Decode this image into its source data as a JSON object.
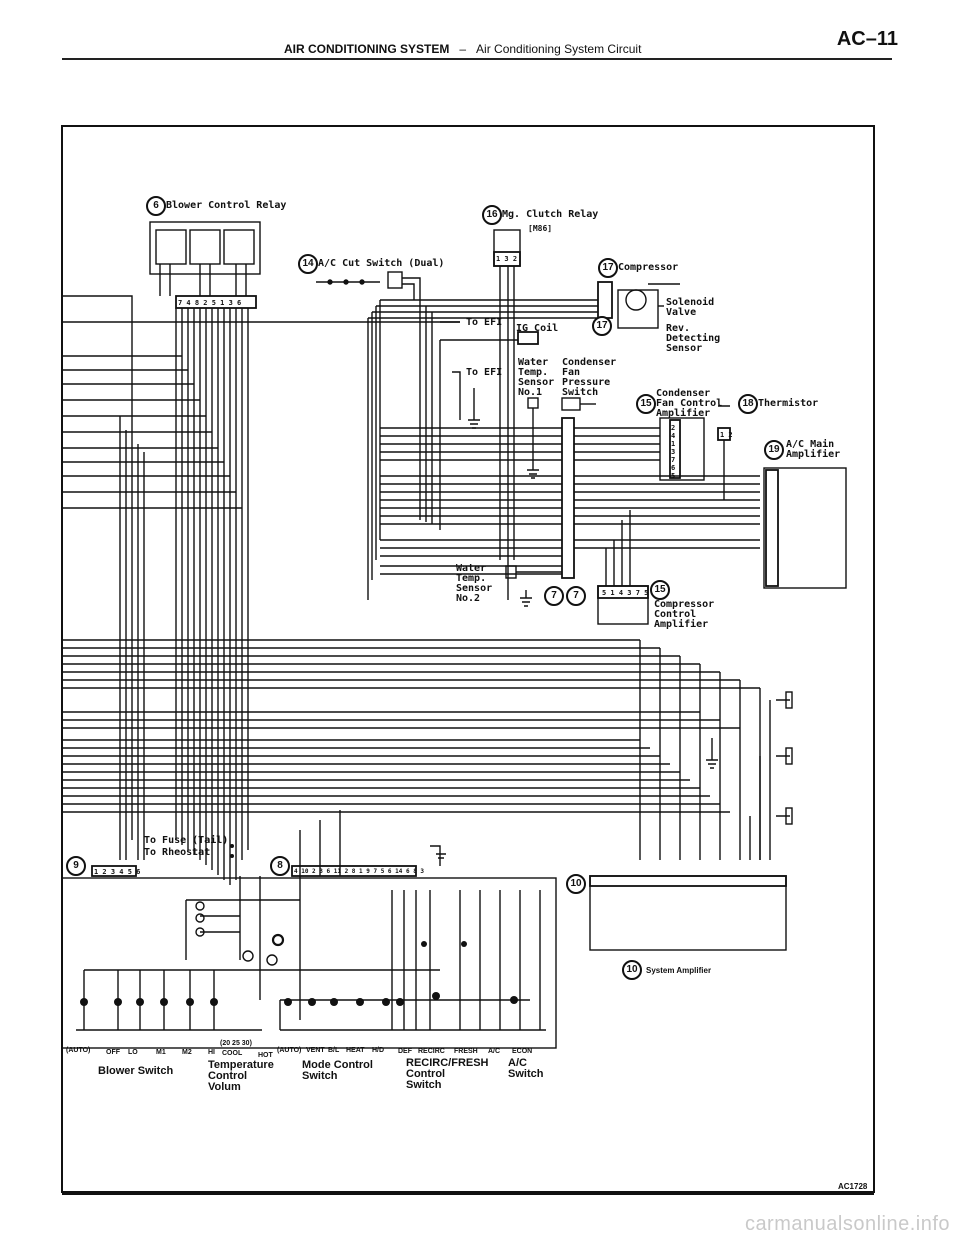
{
  "header": {
    "section": "AIR CONDITIONING SYSTEM",
    "separator": "–",
    "subtitle": "Air Conditioning System Circuit",
    "page": "AC–11"
  },
  "components": {
    "c6": {
      "num": "6",
      "label": "Blower Control Relay",
      "pins": "7 4 8 2 5 1 3 6"
    },
    "c16": {
      "num": "16",
      "label": "Mg. Clutch Relay",
      "sub": "[M86]",
      "pins": "1 3 2"
    },
    "c14": {
      "num": "14",
      "label": "A/C Cut Switch (Dual)"
    },
    "c17": {
      "num": "17",
      "label": "Compressor",
      "num2": "17"
    },
    "solenoid": "Solenoid\nValve",
    "rev": "Rev.\nDetecting\nSensor",
    "to_efi_1": "To EFI",
    "to_efi_2": "To EFI",
    "ig_coil": "IG Coil",
    "wts1": "Water\nTemp.\nSensor\nNo.1",
    "cfp": "Condenser\nFan\nPressure\nSwitch",
    "c15a": {
      "num": "15",
      "label": "Condenser\nFan Control\nAmplifier",
      "pins": "2 4 1 3 7 6 5"
    },
    "c18": {
      "num": "18",
      "label": "Thermistor",
      "pins": "1 2"
    },
    "c19": {
      "num": "19",
      "label": "A/C Main\nAmplifier"
    },
    "wts2": "Water\nTemp.\nSensor\nNo.2",
    "c7a": {
      "num": "7"
    },
    "c7b": {
      "num": "7"
    },
    "c15b": {
      "num": "15",
      "label": "Compressor\nControl\nAmplifier",
      "pins": "5 1 4 3 7 5"
    },
    "to_fuse": "To Fuse (Tail)",
    "to_rheo": "To Rheostat",
    "c9": {
      "num": "9",
      "pins": "1 2 3 4 5 6"
    },
    "c8": {
      "num": "8",
      "pins": "4 10 2 3 6 11 2 8 1 9 7 5 6 14 6 8 3"
    },
    "c10": {
      "num": "10",
      "label": "System Amplifier"
    }
  },
  "switch_labels": [
    "(AUTO)",
    "OFF",
    "LO",
    "M1",
    "M2",
    "HI",
    "(20  25  30)",
    "(AUTO)",
    "VENT",
    "B/L",
    "HEAT",
    "H/D",
    "DEF",
    "RECIRC",
    "FRESH",
    "A/C",
    "ECON"
  ],
  "cool_hot": {
    "cool": "COOL",
    "hot": "HOT"
  },
  "groups": {
    "blower": "Blower Switch",
    "temp": "Temperature\nControl\nVolum",
    "mode": "Mode Control\nSwitch",
    "recirc": "RECIRC/FRESH\nControl\nSwitch",
    "ac": "A/C\nSwitch"
  },
  "figure_code": "AC1728",
  "watermark": "carmanualsonline.info"
}
